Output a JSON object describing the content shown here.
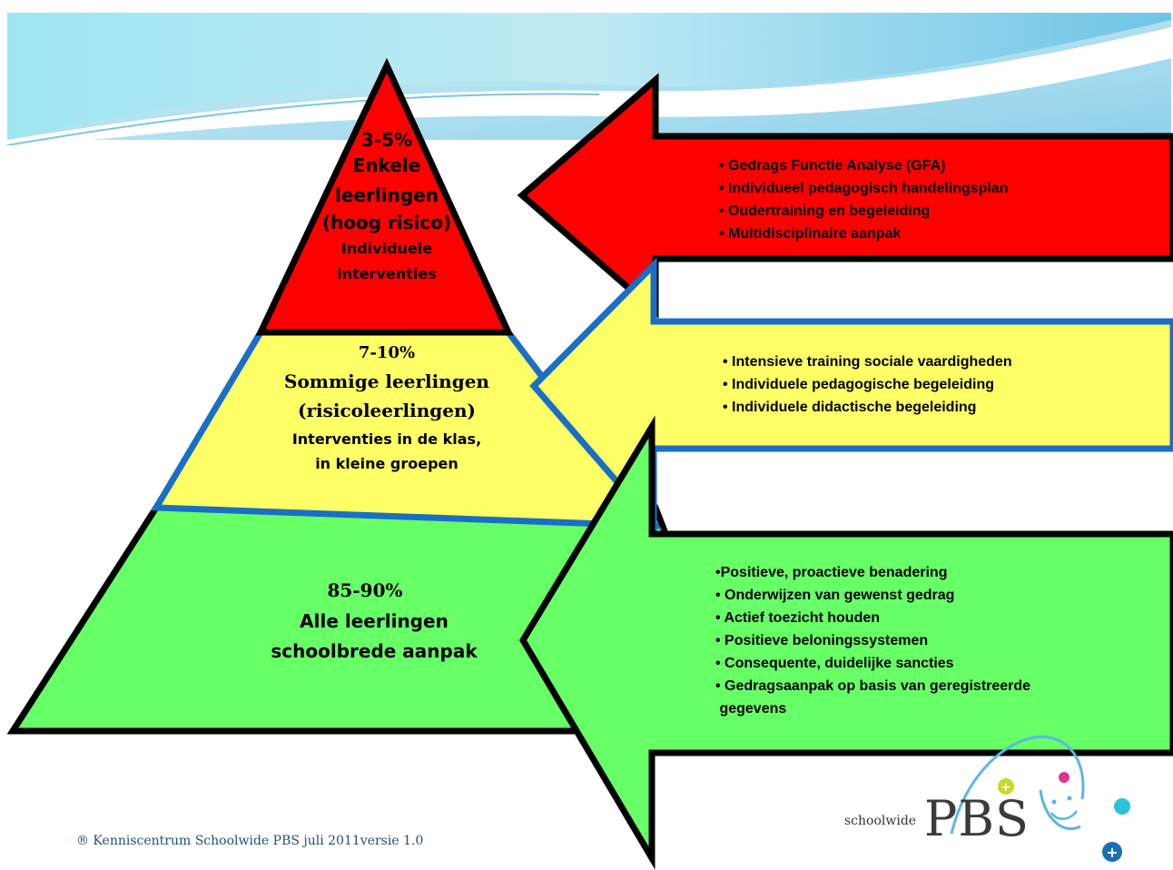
{
  "pyramid": {
    "top": {
      "percent": "3-5%",
      "line1": "Enkele",
      "line2": "leerlingen",
      "line3": "(hoog risico)",
      "line4": "Individuele",
      "line5": "interventies",
      "color": "#ff0000"
    },
    "middle": {
      "percent": "7-10%",
      "line1": "Sommige leerlingen",
      "line2": "(risicoleerlingen)",
      "line3": "Interventies in de klas,",
      "line4": "in kleine groepen",
      "color": "#ffff66"
    },
    "bottom": {
      "percent": "85-90%",
      "line1": "Alle leerlingen",
      "line2": "schoolbrede aanpak",
      "color": "#66ff66"
    }
  },
  "arrows": {
    "red": {
      "color": "#ff0000",
      "items": [
        "• Gedrags Functie Analyse (GFA)",
        "• Individueel pedagogisch handelingsplan",
        "• Oudertraining en begeleiding",
        "• Multidisciplinaire aanpak"
      ]
    },
    "yellow": {
      "color": "#ffff66",
      "items": [
        "• Intensieve training sociale vaardigheden",
        "• Individuele pedagogische begeleiding",
        "• Individuele didactische begeleiding"
      ]
    },
    "green": {
      "color": "#66ff66",
      "items": [
        "•Positieve, proactieve benadering",
        "• Onderwijzen van gewenst gedrag",
        "• Actief toezicht houden",
        "• Positieve beloningssystemen",
        "• Consequente, duidelijke sancties",
        "• Gedragsaanpak op basis van geregistreerde",
        " gegevens"
      ]
    }
  },
  "footer": {
    "text": "® Kenniscentrum  Schoolwide PBS juli 2011versie 1.0"
  },
  "logo": {
    "small": "schoolwide",
    "big": "PBS"
  }
}
